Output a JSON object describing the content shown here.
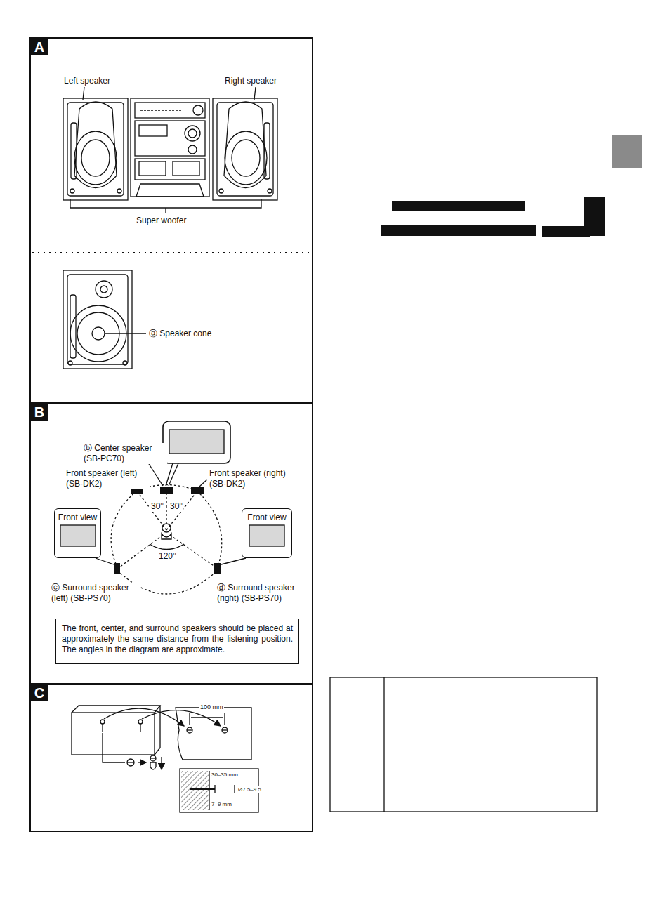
{
  "diagram": {
    "nodes": [
      {
        "text": [
          "A"
        ]
      },
      {
        "text": [
          "B"
        ]
      },
      {
        "text": [
          "Front view"
        ],
        "in": 1
      },
      {
        "text": [
          "Front view"
        ],
        "in": 1
      },
      {
        "text": [
          "The front, center, and surround speakers should be placed at approximately the same distance from the listening position. The angles in the diagram are approximate."
        ],
        "in": 1
      },
      {
        "text": [
          "C"
        ]
      }
    ],
    "labels": [
      "Left speaker",
      "Right speaker",
      "Super woofer",
      "ⓐ Speaker cone",
      "ⓑ Center speaker (SB-PC70)",
      "Front speaker (left) (SB-DK2)",
      "Front speaker (right) (SB-DK2)",
      "30°",
      "30°",
      "120°",
      "ⓒ Surround speaker (left) (SB-PS70)",
      "ⓓ Surround speaker (right) (SB-PS70)",
      "100 mm",
      "30–35 mm",
      "Ø7.5–9.5",
      "7–9 mm"
    ]
  }
}
